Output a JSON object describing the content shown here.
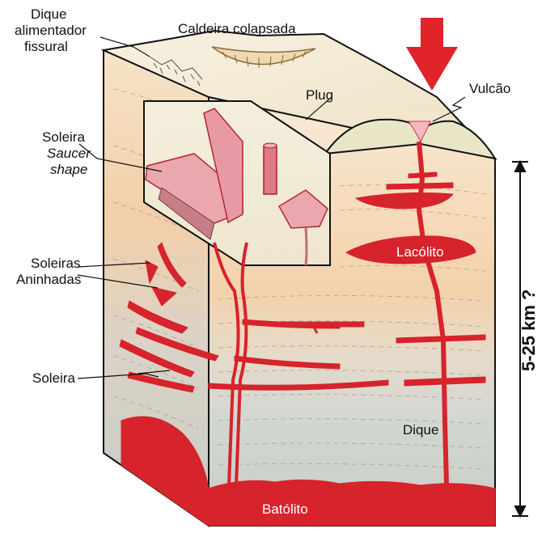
{
  "labels": {
    "dique_alimentador_1": "Dique",
    "dique_alimentador_2": "alimentador",
    "dique_alimentador_3": "fissural",
    "caldeira": "Caldeira colapsada",
    "plug": "Plug",
    "vulcao": "Vulcão",
    "soleira_saucer_1": "Soleira",
    "soleira_saucer_2": "Saucer",
    "soleira_saucer_3": "shape",
    "soleiras_aninhadas_1": "Soleiras",
    "soleiras_aninhadas_2": "Aninhadas",
    "soleira": "Soleira",
    "lacolito": "Lacólito",
    "dique": "Dique",
    "batolito": "Batólito",
    "depth_scale": "5-25 km ?"
  },
  "colors": {
    "magma": "#d7232b",
    "magma_light": "#f0b8bc",
    "crust_top": "#f4ead7",
    "crust_mid": "#f6d6b4",
    "crust_low": "#cfd3cf",
    "arrow": "#e0242a"
  }
}
